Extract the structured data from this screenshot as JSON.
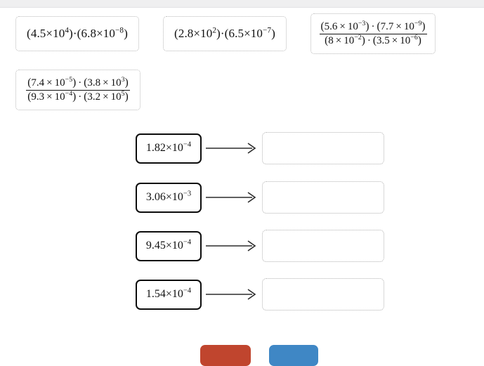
{
  "page": {
    "background_color": "#ffffff",
    "top_strip_color": "#efeff0"
  },
  "expressions": [
    {
      "id": "expression-1",
      "type": "product",
      "text": "(4.5×10^4)·(6.8×10^-8)",
      "factors": [
        {
          "mantissa": "4.5",
          "exponent": "4"
        },
        {
          "mantissa": "6.8",
          "exponent": "−8"
        }
      ]
    },
    {
      "id": "expression-2",
      "type": "product",
      "text": "(2.8×10^2)·(6.5×10^-7)",
      "factors": [
        {
          "mantissa": "2.8",
          "exponent": "2"
        },
        {
          "mantissa": "6.5",
          "exponent": "−7"
        }
      ]
    },
    {
      "id": "expression-3",
      "type": "fraction",
      "text": "((5.6 × 10^-3)·(7.7 × 10^-9)) / ((8 × 10^-2)·(3.5 × 10^-6))",
      "numerator": [
        {
          "mantissa": "5.6",
          "exponent": "−3"
        },
        {
          "mantissa": "7.7",
          "exponent": "−9"
        }
      ],
      "denominator": [
        {
          "mantissa": "8",
          "exponent": "−2"
        },
        {
          "mantissa": "3.5",
          "exponent": "−6"
        }
      ]
    },
    {
      "id": "expression-4",
      "type": "fraction",
      "text": "((7.4 × 10^-5)·(3.8 × 10^3)) / ((9.3 × 10^-4)·(3.2 × 10^5))",
      "numerator": [
        {
          "mantissa": "7.4",
          "exponent": "−5"
        },
        {
          "mantissa": "3.8",
          "exponent": "3"
        }
      ],
      "denominator": [
        {
          "mantissa": "9.3",
          "exponent": "−4"
        },
        {
          "mantissa": "3.2",
          "exponent": "5"
        }
      ]
    }
  ],
  "rows": [
    {
      "tile": {
        "mantissa": "1.82",
        "exponent": "−4",
        "text": "1.82×10^-4"
      },
      "dropzone_value": ""
    },
    {
      "tile": {
        "mantissa": "3.06",
        "exponent": "−3",
        "text": "3.06×10^-3"
      },
      "dropzone_value": ""
    },
    {
      "tile": {
        "mantissa": "9.45",
        "exponent": "−4",
        "text": "9.45×10^-4"
      },
      "dropzone_value": ""
    },
    {
      "tile": {
        "mantissa": "1.54",
        "exponent": "−4",
        "text": "1.54×10^-4"
      },
      "dropzone_value": ""
    }
  ],
  "symbols": {
    "times": "×",
    "dot": "·",
    "base": "10",
    "open_paren": "(",
    "close_paren": ")"
  },
  "buttons": {
    "reset": {
      "label": "",
      "color": "#c0452e"
    },
    "submit": {
      "label": "",
      "color": "#3f87c5"
    }
  }
}
